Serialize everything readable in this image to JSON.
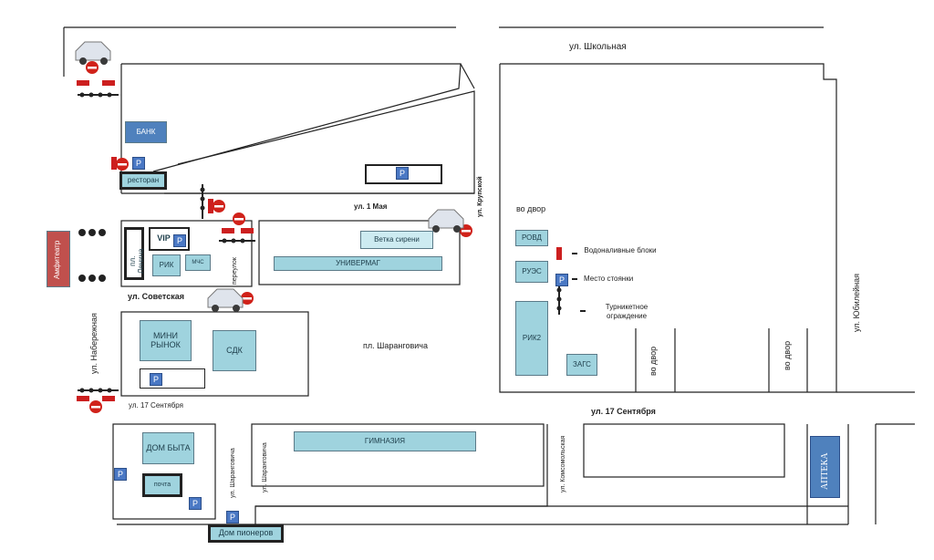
{
  "streets": {
    "shkolnaya": "ул. Школьная",
    "may1": "ул. 1 Мая",
    "krupskoy": "ул. Крупской",
    "sovetskaya": "ул. Советская",
    "sept17_left": "ул. 17 Сентября",
    "sept17_right": "ул. 17 Сентября",
    "naberezhnaya": "ул. Набережная",
    "yubileynaya": "ул. Юбилейная",
    "sharangovicha": "ул. Шаранговича",
    "sharangovicha2": "ул. Шаранговича",
    "komsomolskaya": "ул. Комсомольская",
    "pl_lenina": "пл. Ленина",
    "pl_sharangovicha": "пл. Шаранговича",
    "pereulok": "переулок"
  },
  "buildings": {
    "bank": "БАНК",
    "restoran": "ресторан",
    "vip": "VIP",
    "rik": "РИК",
    "mchs": "МЧС",
    "vetka": "Ветка сирени",
    "univermag": "УНИВЕРМАГ",
    "amfiteatr": "Амфитеатр",
    "mini_rynok": "МИНИ РЫНОК",
    "sdk": "СДК",
    "gimnaziya": "ГИМНАЗИЯ",
    "dom_byta": "ДОМ БЫТА",
    "pochta": "почта",
    "dom_pionerov": "Дом пионеров",
    "apteka": "АПТЕКА",
    "rovd": "РОВД",
    "ruec": "РУЭС",
    "rik2": "РИК2",
    "zags": "ЗАГС"
  },
  "labels": {
    "vo_dvor_top": "во двор",
    "vo_dvor_1": "во двор",
    "vo_dvor_2": "во двор",
    "parking": "P"
  },
  "legend": {
    "water_blocks": "Водоналивные блоки",
    "parking": "Место стоянки",
    "turnstile": "Турникетное ограждение"
  },
  "colors": {
    "building": "#9fd3de",
    "bank": "#4f81bd",
    "parking": "#4a78c4",
    "barrier": "#cc1f1f",
    "no_entry": "#d0221a",
    "amfiteatr": "#c0504d"
  }
}
